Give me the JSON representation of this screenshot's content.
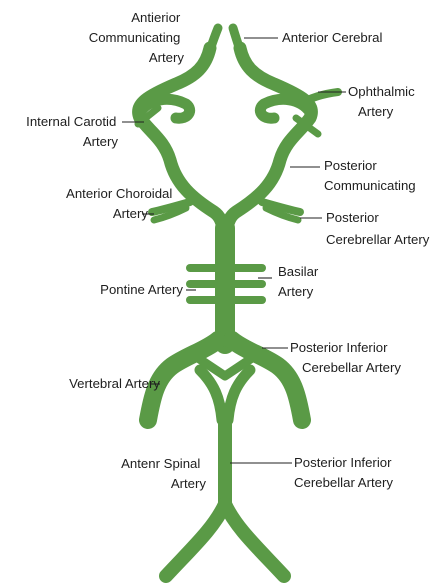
{
  "diagram": {
    "accent_color": "#5a9a46",
    "labels": {
      "anterior_communicating": [
        "Antierior",
        "Communicating",
        "Artery"
      ],
      "anterior_cerebral": [
        "Anterior Cerebral"
      ],
      "ophthalmic": [
        "Ophthalmic",
        "Artery"
      ],
      "internal_carotid": [
        "Internal Carotid",
        "Artery"
      ],
      "posterior_communicating": [
        "Posterior",
        "Communicating"
      ],
      "anterior_choroidal": [
        "Anterior Choroidal",
        "Artery"
      ],
      "posterior_cerebrellar": [
        "Posterior",
        "Cerebrellar Artery"
      ],
      "basilar": [
        "Basilar",
        "Artery"
      ],
      "pontine": [
        "Pontine Artery"
      ],
      "posterior_inferior_cerebellar_1": [
        "Posterior Inferior",
        "Cerebellar Artery"
      ],
      "vertebral": [
        "Vertebral Artery"
      ],
      "anterior_spinal": [
        "Antenr Spinal",
        "Artery"
      ],
      "posterior_inferior_cerebellar_2": [
        "Posterior Inferior",
        "Cerebellar Artery"
      ]
    }
  }
}
